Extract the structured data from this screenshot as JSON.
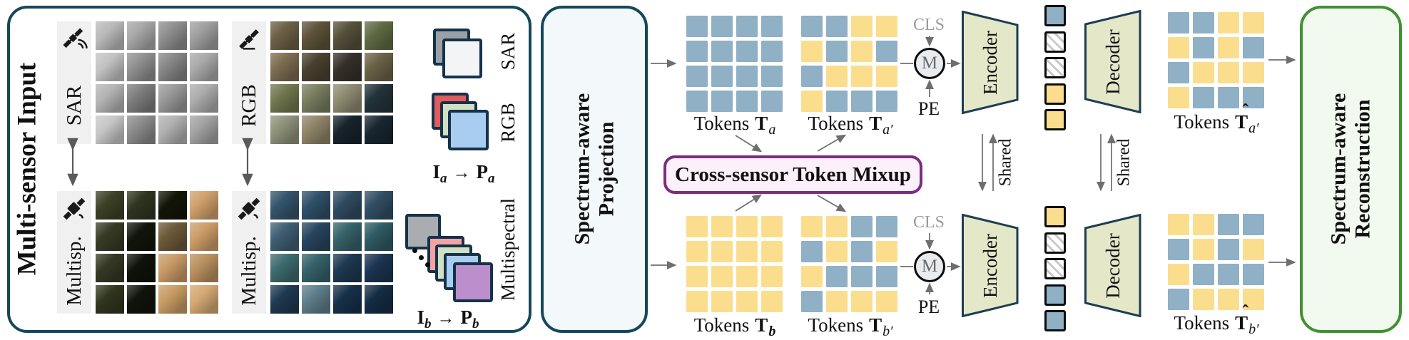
{
  "input_panel": {
    "title": "Multi-sensor Input",
    "sensors": [
      {
        "label": "SAR",
        "patches": [
          "#b9b9b9",
          "#a6a6a6",
          "#8d8d8d",
          "#9e9e9e",
          "#c2c2c2",
          "#8f8f8f",
          "#858585",
          "#a8a8a8",
          "#b3b3b3",
          "#7c7c7c",
          "#989898",
          "#ababab",
          "#c6c6c6",
          "#8a8a8a",
          "#b0b0b0",
          "#a2a2a2"
        ]
      },
      {
        "label": "RGB",
        "patches": [
          "#6b5f45",
          "#5d5238",
          "#55503a",
          "#5f6a42",
          "#7b6b4f",
          "#4a4030",
          "#35302a",
          "#6b6147",
          "#70764d",
          "#787d5f",
          "#8c8a70",
          "#22333a",
          "#8d9178",
          "#8f8468",
          "#16232b",
          "#182630"
        ]
      },
      {
        "label": "Multisp.",
        "patches": [
          "#3c4024",
          "#2f3520",
          "#131508",
          "#cf9f6b",
          "#373b24",
          "#12150a",
          "#6b5838",
          "#cc9c68",
          "#343823",
          "#0f120a",
          "#c79a66",
          "#b98f5e",
          "#31361f",
          "#11140b",
          "#c89b63",
          "#d3a873"
        ]
      },
      {
        "label": "Multisp.",
        "patches": [
          "#33536b",
          "#2f4f68",
          "#2e4a60",
          "#304d63",
          "#3d5d72",
          "#27455f",
          "#356168",
          "#2f5a63",
          "#3c6a6e",
          "#35616a",
          "#1d3850",
          "#1b3450",
          "#1e3953",
          "#5d7d8a",
          "#16304a",
          "#142c44"
        ]
      }
    ],
    "stacks": {
      "sar": {
        "label": "SAR",
        "layers": [
          "#9aa1a6",
          "#f3f4f5"
        ]
      },
      "rgb": {
        "label": "RGB",
        "layers": [
          "#e25c5c",
          "#cfe0c3",
          "#a8cdf0"
        ]
      },
      "multispectral": {
        "label": "Multispectral",
        "layers": [
          "#a9adb2",
          "#f4a3a3",
          "#cfe0c3",
          "#a8cdf0",
          "#bd8ecc"
        ]
      }
    },
    "formula_a": {
      "lhs": "I",
      "lhs_sub": "a",
      "arrow": "→",
      "rhs": "P",
      "rhs_sub": "a"
    },
    "formula_b": {
      "lhs": "I",
      "lhs_sub": "b",
      "arrow": "→",
      "rhs": "P",
      "rhs_sub": "b"
    }
  },
  "projection_panel": {
    "line1": "Spectrum-aware",
    "line2": "Projection"
  },
  "mixup": {
    "label": "Cross-sensor Token Mixup"
  },
  "mask_unit": {
    "cls": "CLS",
    "m": "M",
    "pe": "PE"
  },
  "encoder_label": "Encoder",
  "decoder_label": "Decoder",
  "shared_label": "Shared",
  "token_colors": {
    "blue": "#8fb0c5",
    "yellow": "#fbde8d"
  },
  "tokens": {
    "t_a": {
      "prefix": "Tokens",
      "symbol": "T",
      "hat": "",
      "sub": "a",
      "grid": [
        "bbbb",
        "bbbb",
        "bbbb",
        "bbbb"
      ]
    },
    "t_a_mix": {
      "prefix": "Tokens",
      "symbol": "T",
      "hat": "",
      "sub": "a′",
      "grid": [
        "bbyy",
        "ybyb",
        "byyy",
        "ybbb"
      ]
    },
    "t_b": {
      "prefix": "Tokens",
      "symbol": "T",
      "hat": "",
      "sub": "b",
      "grid": [
        "yyyy",
        "yyyy",
        "yyyy",
        "yyyy"
      ]
    },
    "t_b_mix": {
      "prefix": "Tokens",
      "symbol": "T",
      "hat": "",
      "sub": "b′",
      "grid": [
        "yybb",
        "byby",
        "ybbb",
        "byyy"
      ]
    },
    "t_a_rec": {
      "prefix": "Tokens",
      "symbol": "T",
      "hat": "ˆ",
      "sub": "a′",
      "grid": [
        "bbyy",
        "ybyb",
        "byyy",
        "ybbb"
      ]
    },
    "t_b_rec": {
      "prefix": "Tokens",
      "symbol": "T",
      "hat": "ˆ",
      "sub": "b′",
      "grid": [
        "yybb",
        "byby",
        "ybbb",
        "byyy"
      ]
    }
  },
  "latents": {
    "top": [
      "b",
      "m",
      "m",
      "y",
      "y"
    ],
    "bottom": [
      "y",
      "m",
      "m",
      "b",
      "b"
    ]
  },
  "reconstruction_panel": {
    "line1": "Spectrum-aware",
    "line2": "Reconstruction"
  }
}
